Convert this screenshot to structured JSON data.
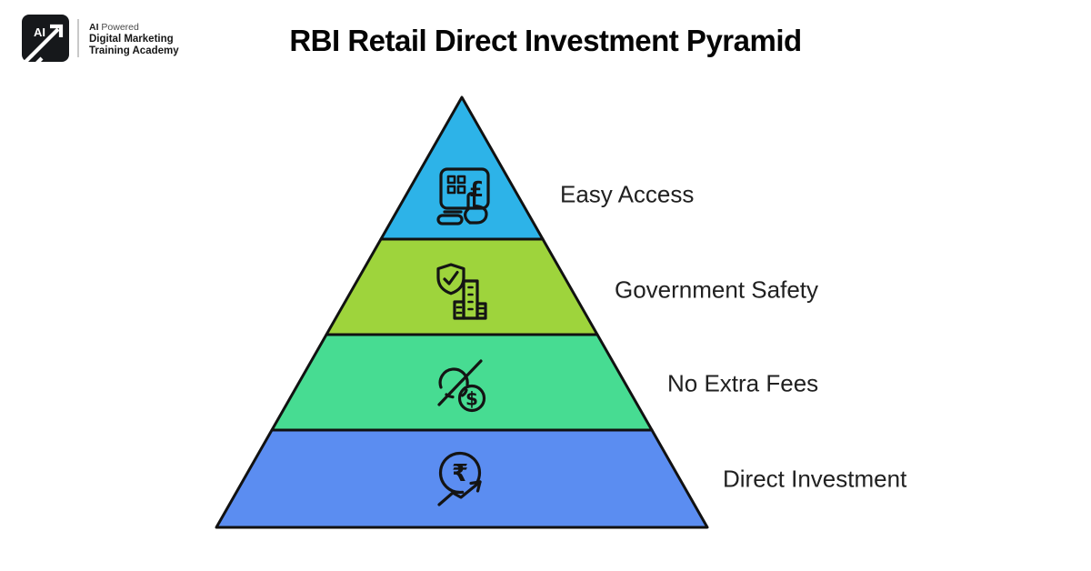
{
  "page": {
    "title": "RBI Retail Direct Investment Pyramid"
  },
  "logo": {
    "mark_text": "AI",
    "tagline_bold": "AI",
    "tagline_rest": " Powered",
    "line2": "Digital Marketing",
    "line3": "Training Academy"
  },
  "pyramid": {
    "outline_color": "#111111",
    "levels": [
      {
        "label": "Easy Access",
        "color": "#2db3e8",
        "icon": "payment-terminal-pound-icon",
        "glyph": "£"
      },
      {
        "label": "Government Safety",
        "color": "#9ed43c",
        "icon": "shield-check-bank-icon",
        "glyph": ""
      },
      {
        "label": "No Extra Fees",
        "color": "#47dc92",
        "icon": "crossed-out-fee-dollar-icon",
        "glyph": "$"
      },
      {
        "label": "Direct Investment",
        "color": "#5b8df1",
        "icon": "rupee-coin-growth-arrow-icon",
        "glyph": "₹"
      }
    ]
  }
}
